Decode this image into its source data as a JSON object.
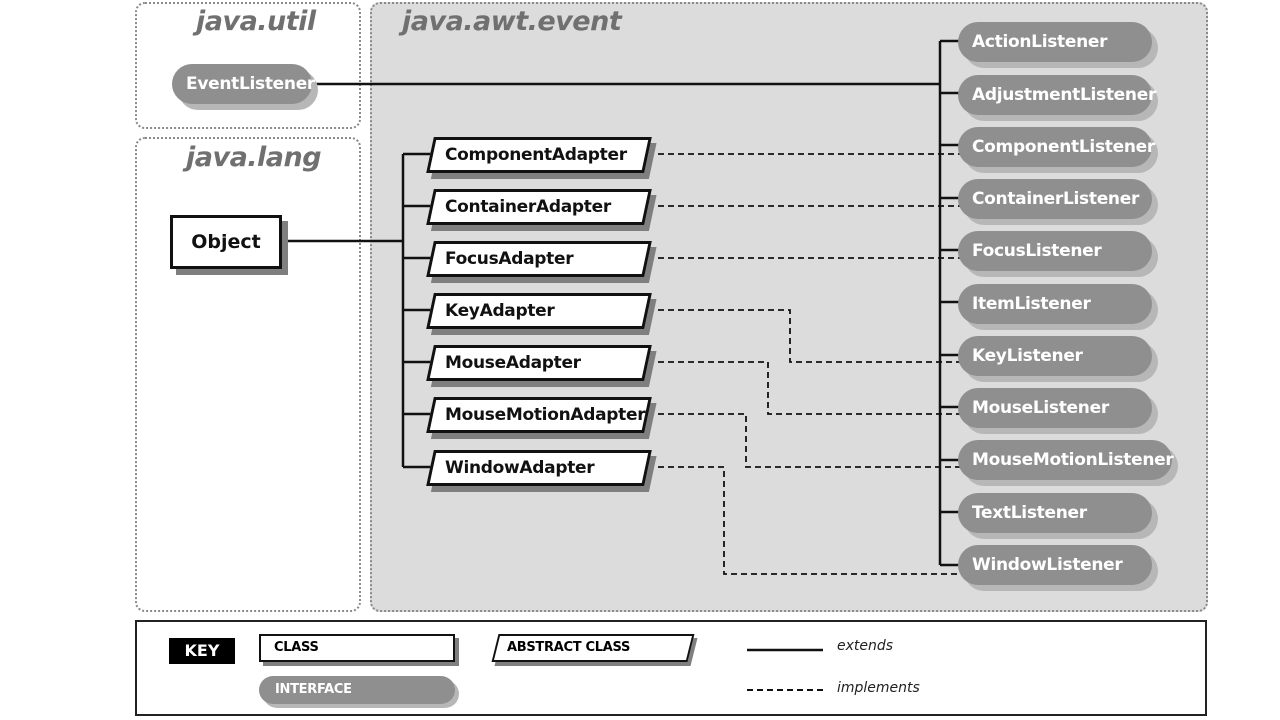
{
  "packages": {
    "util": "java.util",
    "lang": "java.lang",
    "awt_event": "java.awt.event"
  },
  "util_interface": "EventListener",
  "lang_class": "Object",
  "adapters": [
    "ComponentAdapter",
    "ContainerAdapter",
    "FocusAdapter",
    "KeyAdapter",
    "MouseAdapter",
    "MouseMotionAdapter",
    "WindowAdapter"
  ],
  "listeners": [
    "ActionListener",
    "AdjustmentListener",
    "ComponentListener",
    "ContainerListener",
    "FocusListener",
    "ItemListener",
    "KeyListener",
    "MouseListener",
    "MouseMotionListener",
    "TextListener",
    "WindowListener"
  ],
  "key": {
    "title": "KEY",
    "class": "CLASS",
    "abstract_class": "ABSTRACT CLASS",
    "interface": "INTERFACE",
    "extends": "extends",
    "implements": "implements"
  },
  "colors": {
    "interface_fill": "#8f8f8f",
    "package_fill": "#dcdcdc"
  }
}
